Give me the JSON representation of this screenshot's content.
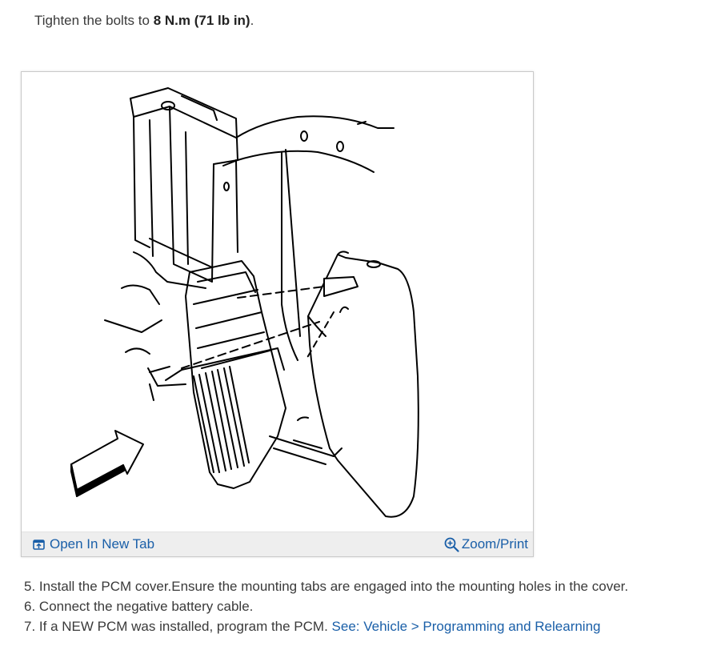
{
  "intro": {
    "prefix": "Tighten the bolts to ",
    "torque": "8 N.m (71 lb in)",
    "suffix": "."
  },
  "figure": {
    "open_label": "Open In New Tab",
    "zoom_label": "Zoom/Print",
    "open_icon": "open-in-new-tab-icon",
    "zoom_icon": "zoom-in-icon",
    "link_color": "#1a5fa8"
  },
  "steps": [
    {
      "number": "5.",
      "text": "Install the PCM cover.Ensure the mounting tabs are engaged into the mounting holes in the cover."
    },
    {
      "number": "6.",
      "text": "Connect the negative battery cable."
    },
    {
      "number": "7.",
      "text": "If a NEW PCM was installed, program the PCM.",
      "link": "See: Vehicle > Programming and Relearning"
    }
  ]
}
